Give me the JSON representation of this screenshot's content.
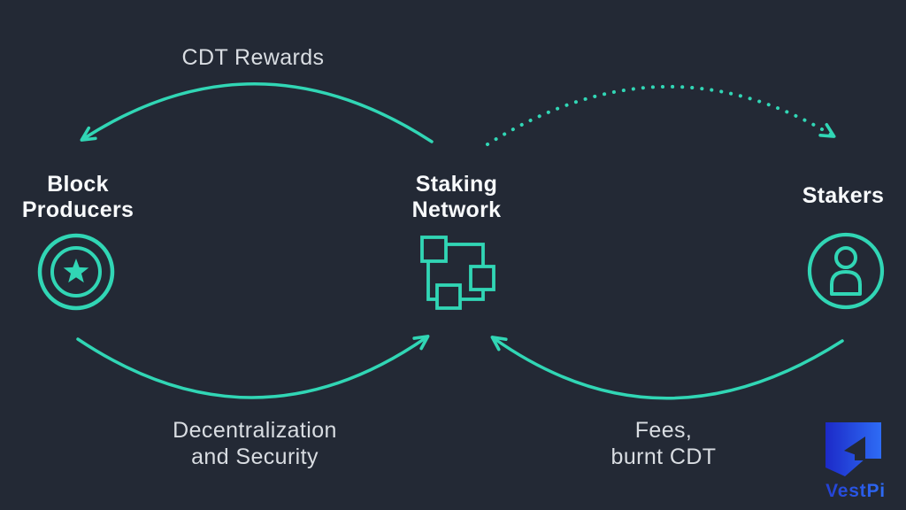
{
  "canvas": {
    "background_color": "#232935",
    "accent_color": "#31D6B5",
    "flow_label_color": "#D9DDE2",
    "node_label_color": "#F8FAFC"
  },
  "nodes": {
    "block_producers": {
      "label_line1": "Block",
      "label_line2": "Producers",
      "icon": "star-badge-icon"
    },
    "staking_network": {
      "label_line1": "Staking",
      "label_line2": "Network",
      "icon": "network-squares-icon"
    },
    "stakers": {
      "label": "Stakers",
      "icon": "person-icon"
    }
  },
  "flows": {
    "cdt_rewards": {
      "label": "CDT Rewards",
      "from": "Staking Network",
      "to": "Block Producers",
      "line_style": "solid"
    },
    "network_to_stakers": {
      "label": "",
      "from": "Staking Network",
      "to": "Stakers",
      "line_style": "dotted"
    },
    "decentralization": {
      "label_line1": "Decentralization",
      "label_line2": "and Security",
      "from": "Block Producers",
      "to": "Staking Network",
      "line_style": "solid"
    },
    "fees": {
      "label_line1": "Fees,",
      "label_line2": "burnt CDT",
      "from": "Stakers",
      "to": "Staking Network",
      "line_style": "solid"
    }
  },
  "branding": {
    "logo_text": "VestPi",
    "logo_gradient_start": "#1C2AC8",
    "logo_gradient_end": "#2E6CF5",
    "logo_text_color": "#2B57EC"
  }
}
